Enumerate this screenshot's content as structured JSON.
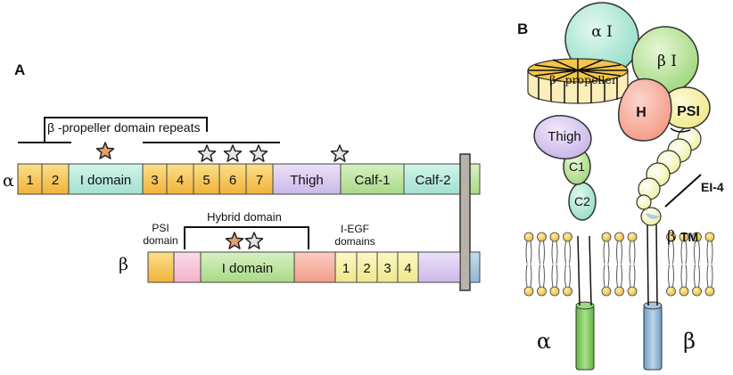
{
  "panelA": {
    "label": "A",
    "propeller_bracket_label": "β -propeller domain repeats",
    "alpha_symbol": "α",
    "alpha_segments": [
      "1",
      "2",
      "I domain",
      "3",
      "4",
      "5",
      "6",
      "7",
      "Thigh",
      "Calf-1",
      "Calf-2"
    ],
    "beta_symbol": "β",
    "beta_labels": {
      "psi_line1": "PSI",
      "psi_line2": "domain",
      "hybrid": "Hybrid domain",
      "iegf_line1": "I-EGF",
      "iegf_line2": "domains"
    },
    "beta_segments": [
      "I domain",
      "1",
      "2",
      "3",
      "4"
    ]
  },
  "panelB": {
    "label": "B",
    "alpha_i": "α I",
    "beta_i": "β I",
    "propeller": "β– propeller",
    "h": "H",
    "psi": "PSI",
    "thigh": "Thigh",
    "c1": "C1",
    "c2": "C2",
    "ei4": "EI-4",
    "beta_tm_symbol": "β",
    "beta_tm_text": "TM",
    "alpha_symbol": "α",
    "beta_symbol": "β"
  },
  "colors": {
    "yellow": "#f9d16a",
    "cyan": "#b9ecdf",
    "lavender": "#dccdf0",
    "green": "#c4e7a7",
    "pink": "#f9c9dc",
    "salmon": "#f7b5a6",
    "paleyellow": "#f8f3a7",
    "blue": "#a8c8e0",
    "greenstalk": "#7ccc5a",
    "bluestalk": "#86aed2"
  }
}
